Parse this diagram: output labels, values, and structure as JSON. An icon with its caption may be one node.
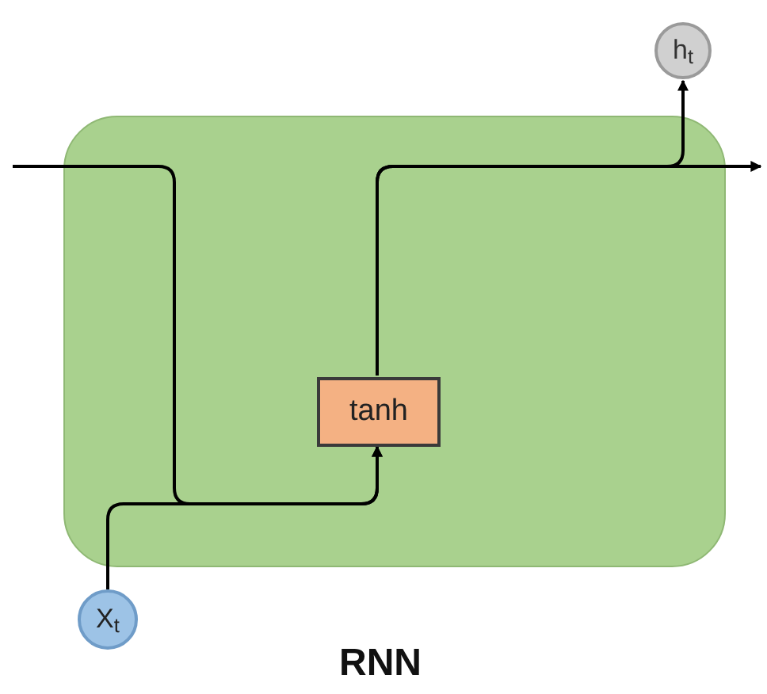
{
  "diagram": {
    "caption": "RNN",
    "nodes": [
      {
        "text": [],
        "shape": "box"
      },
      {
        "text": [
          "tanh"
        ],
        "in": 0
      },
      {
        "text": [
          "h$_{t}$"
        ]
      },
      {
        "text": [
          "X$_{t}$"
        ]
      }
    ],
    "edges": [
      {
        "from": null,
        "to": 1,
        "arrow": "to"
      },
      {
        "from": 3,
        "to": 1,
        "arrow": "to"
      },
      {
        "from": 1,
        "to": null,
        "arrow": "to"
      },
      {
        "from": 1,
        "to": 2,
        "arrow": "to"
      }
    ]
  }
}
